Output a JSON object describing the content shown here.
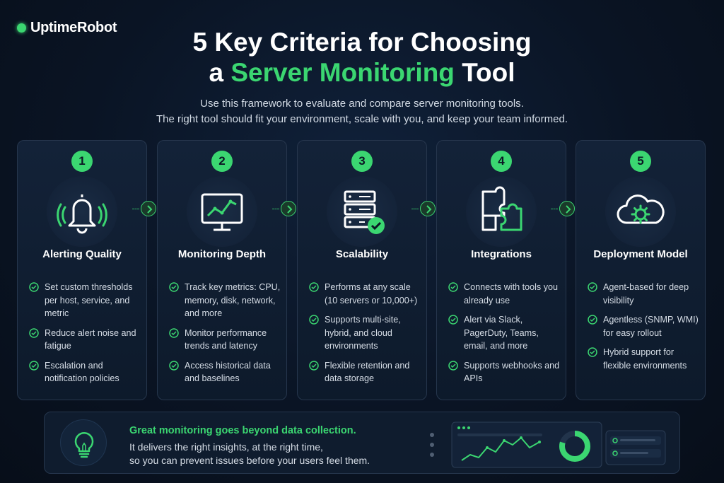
{
  "brand": {
    "name": "UptimeRobot"
  },
  "header": {
    "title_line1": "5 Key Criteria for Choosing",
    "title_line2_prefix": "a ",
    "title_line2_accent": "Server Monitoring",
    "title_line2_suffix": " Tool",
    "subtitle_line1": "Use this framework to evaluate and compare server monitoring tools.",
    "subtitle_line2": "The right tool should fit your environment, scale with you, and keep your team informed."
  },
  "criteria": [
    {
      "number": "1",
      "title": "Alerting Quality",
      "icon": "bell-icon",
      "items": [
        "Set custom thresholds per host, service, and metric",
        "Reduce alert noise and fatigue",
        "Escalation and notification policies"
      ]
    },
    {
      "number": "2",
      "title": "Monitoring Depth",
      "icon": "monitor-chart-icon",
      "items": [
        "Track key metrics: CPU, memory, disk, network, and more",
        "Monitor performance trends and latency",
        "Access historical data and baselines"
      ]
    },
    {
      "number": "3",
      "title": "Scalability",
      "icon": "server-stack-icon",
      "items": [
        "Performs at any scale (10 servers or 10,000+)",
        "Supports multi-site, hybrid, and cloud environments",
        "Flexible retention and data storage"
      ]
    },
    {
      "number": "4",
      "title": "Integrations",
      "icon": "puzzle-icon",
      "items": [
        "Connects with tools you already use",
        "Alert via Slack, PagerDuty, Teams, email, and more",
        "Supports webhooks and APIs"
      ]
    },
    {
      "number": "5",
      "title": "Deployment Model",
      "icon": "cloud-gear-icon",
      "items": [
        "Agent-based for deep visibility",
        "Agentless (SNMP, WMI) for easy rollout",
        "Hybrid support for flexible environments"
      ]
    }
  ],
  "footer": {
    "headline": "Great monitoring goes beyond data collection.",
    "body_line1": "It delivers the right insights, at the right time,",
    "body_line2": "so you can prevent issues before your users feel them."
  },
  "colors": {
    "accent": "#3bd671",
    "background": "#0a1424",
    "card": "#132238"
  }
}
